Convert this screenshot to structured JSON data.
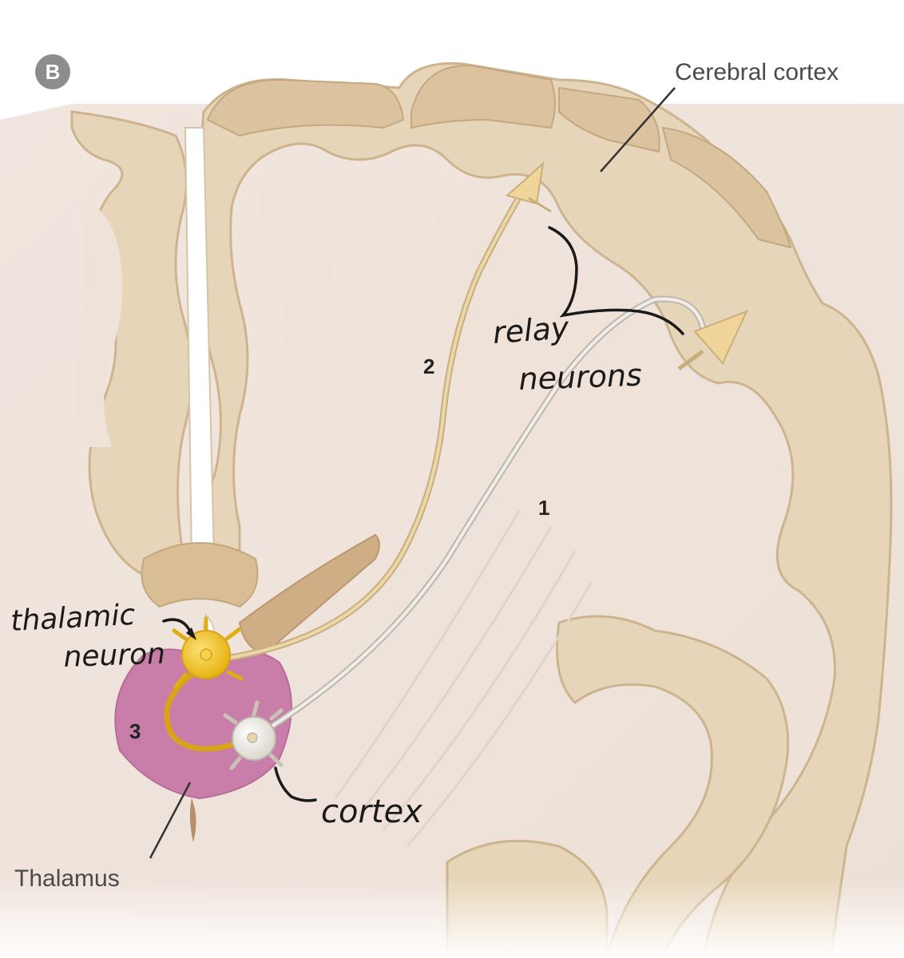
{
  "panel": {
    "letter": "B"
  },
  "labels": {
    "cerebral_cortex": "Cerebral cortex",
    "thalamus": "Thalamus",
    "path_1": "1",
    "path_2": "2",
    "path_3": "3"
  },
  "handwritten": {
    "relay_line1": "relay",
    "relay_line2": "neurons",
    "thalamic_line1": "thalamic",
    "thalamic_line2": "neuron",
    "cortex": "cortex"
  },
  "colors": {
    "white_matter": "#efe3da",
    "gray_matter": "#e6d5b8",
    "gyrus_top": "#dcc39f",
    "thalamus": "#c97ea9",
    "pathway_1": "#e9e6e1",
    "pathway_2": "#e9d09a",
    "thalamic_neuron": "#f0c419",
    "cortical_neuron": "#f4f1ec",
    "ink": "#1a1a1a"
  }
}
